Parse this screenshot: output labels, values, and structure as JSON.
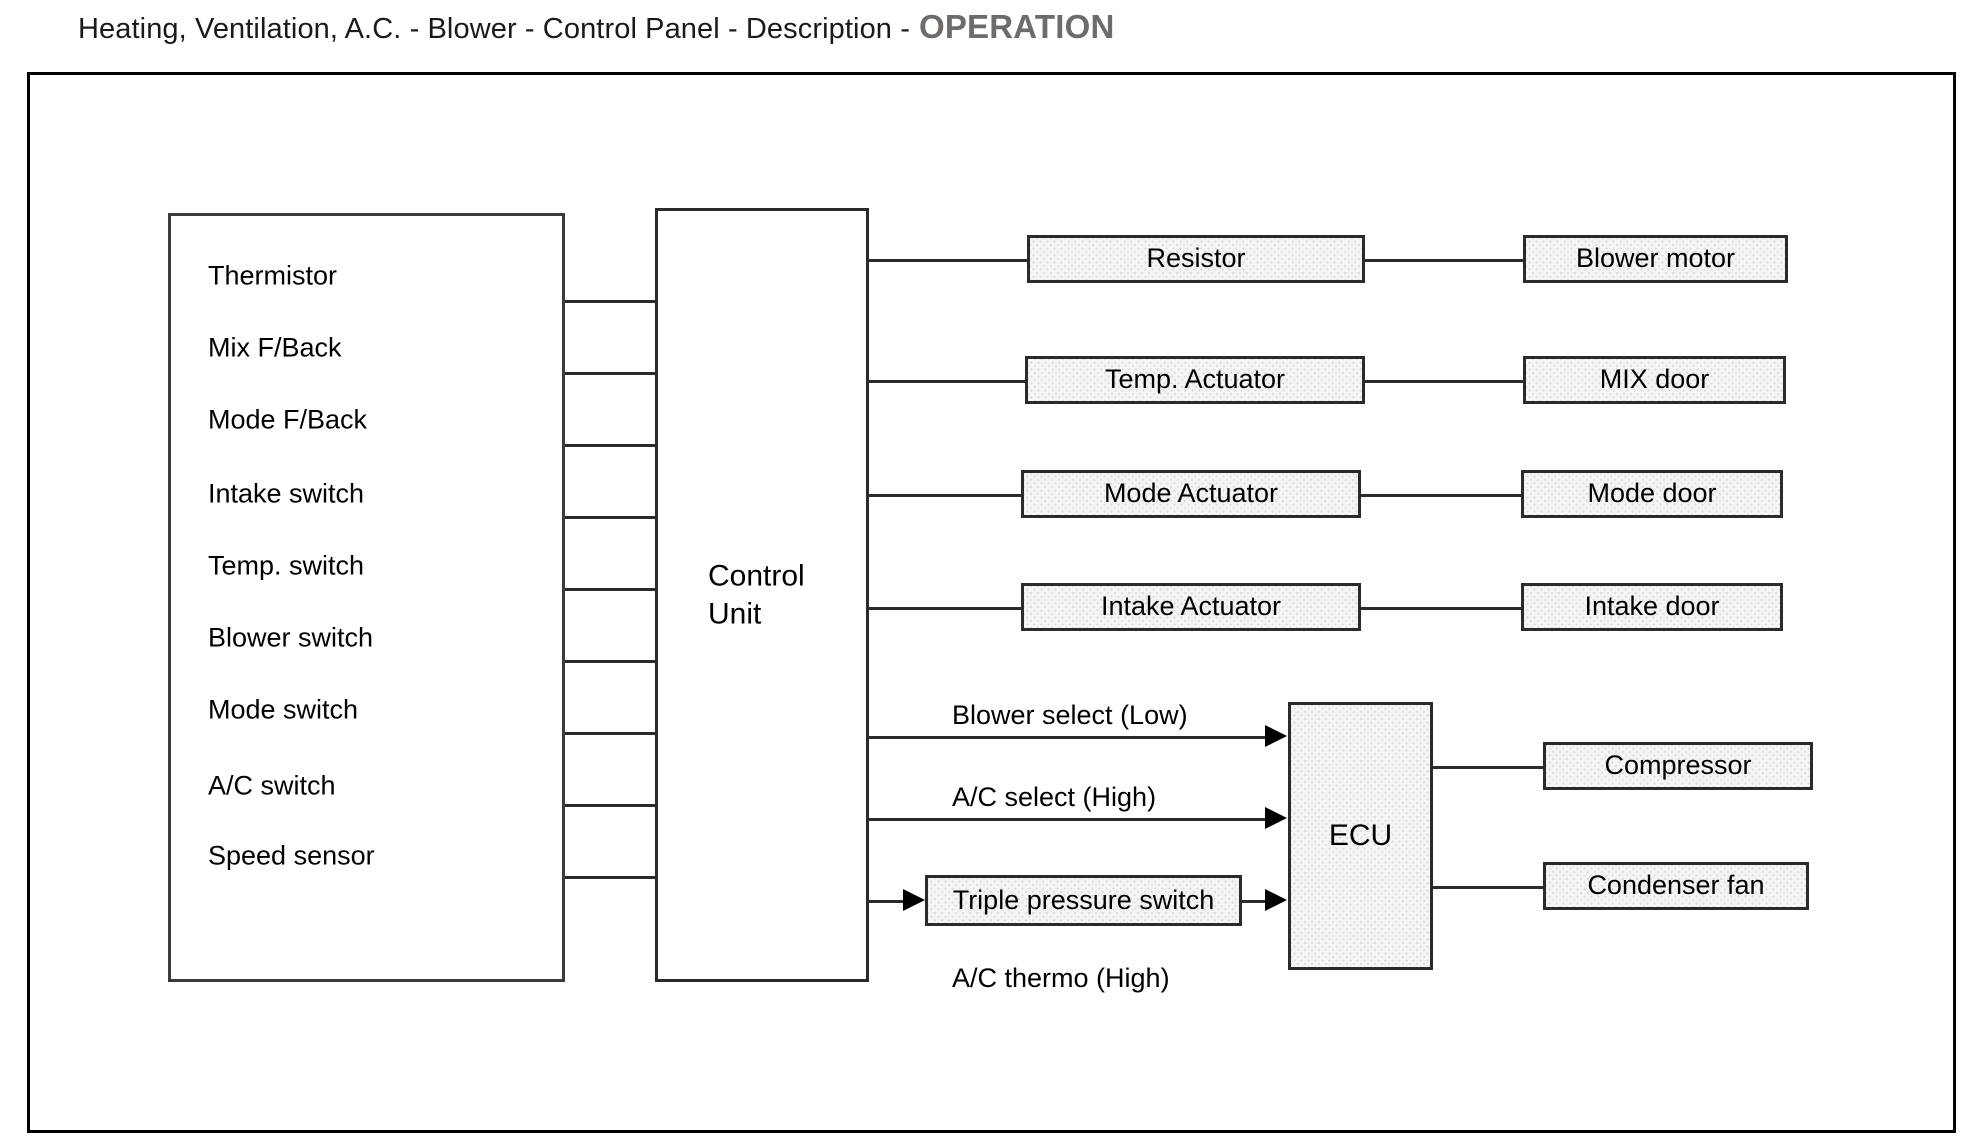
{
  "title": {
    "breadcrumb": "Heating, Ventilation, A.C. - Blower - Control Panel - Description -",
    "section": "OPERATION"
  },
  "diagram": {
    "inputs_box": {
      "name": "sensor-input-block",
      "items": [
        "Thermistor",
        "Mix F/Back",
        "Mode F/Back",
        "Intake switch",
        "Temp. switch",
        "Blower switch",
        "Mode switch",
        "A/C switch",
        "Speed sensor"
      ]
    },
    "control_unit": {
      "line1": "Control",
      "line2": "Unit"
    },
    "actuators": [
      {
        "label": "Resistor",
        "target": "Blower motor"
      },
      {
        "label": "Temp. Actuator",
        "target": "MIX door"
      },
      {
        "label": "Mode Actuator",
        "target": "Mode door"
      },
      {
        "label": "Intake Actuator",
        "target": "Intake door"
      }
    ],
    "ecu": {
      "label": "ECU",
      "signals": [
        "Blower select (Low)",
        "A/C select (High)",
        "A/C thermo (High)"
      ],
      "inline_block": "Triple pressure switch",
      "outputs": [
        "Compressor",
        "Condenser fan"
      ]
    }
  },
  "colors": {
    "line": "#2b2b2b",
    "text": "#000000",
    "section_heading": "#6e6b68",
    "box_fill": "#f4f4f4"
  }
}
